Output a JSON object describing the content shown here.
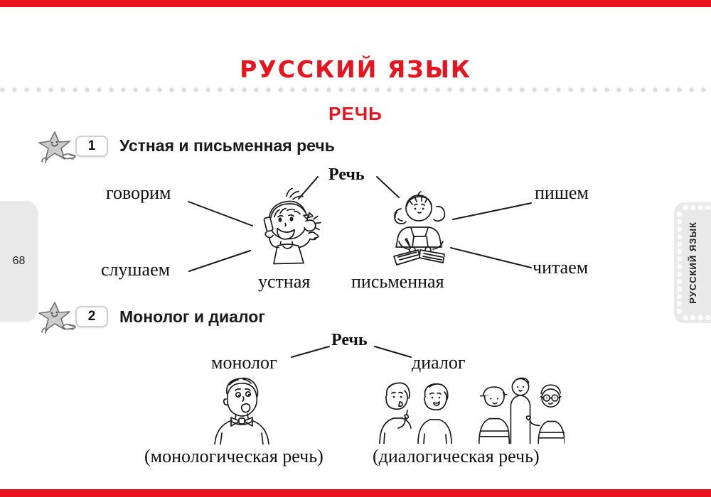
{
  "page": {
    "title": "РУССКИЙ ЯЗЫК",
    "section_heading": "РЕЧЬ",
    "page_number": "68",
    "side_tab_label": "РУССКИЙ ЯЗЫК"
  },
  "colors": {
    "accent_red": "#e8131c",
    "tab_gray": "#e9e9e9",
    "separator_dot_gray": "#dcdcdc",
    "ink": "#111111"
  },
  "sections": [
    {
      "number": "1",
      "title": "Устная и письменная речь"
    },
    {
      "number": "2",
      "title": "Монолог и диалог"
    }
  ],
  "speech_diagram": {
    "root": "Речь",
    "speak": "говорим",
    "listen": "слушаем",
    "write": "пишем",
    "read": "читаем",
    "oral": "устная",
    "written": "письменная"
  },
  "monolog_diagram": {
    "root": "Речь",
    "monologue": "монолог",
    "dialogue": "диалог",
    "monologue_caption": "(монологическая речь)",
    "dialogue_caption": "(диалогическая речь)"
  },
  "icons": {
    "star_pointer": "star-with-face-pointing",
    "girl_phone": "girl-talking-on-phone",
    "girl_writing": "girl-writing-in-notebook",
    "boy_speaking": "boy-speaking-monologue",
    "two_kids": "two-boys-dialogue",
    "three_kids": "three-children-talking"
  }
}
